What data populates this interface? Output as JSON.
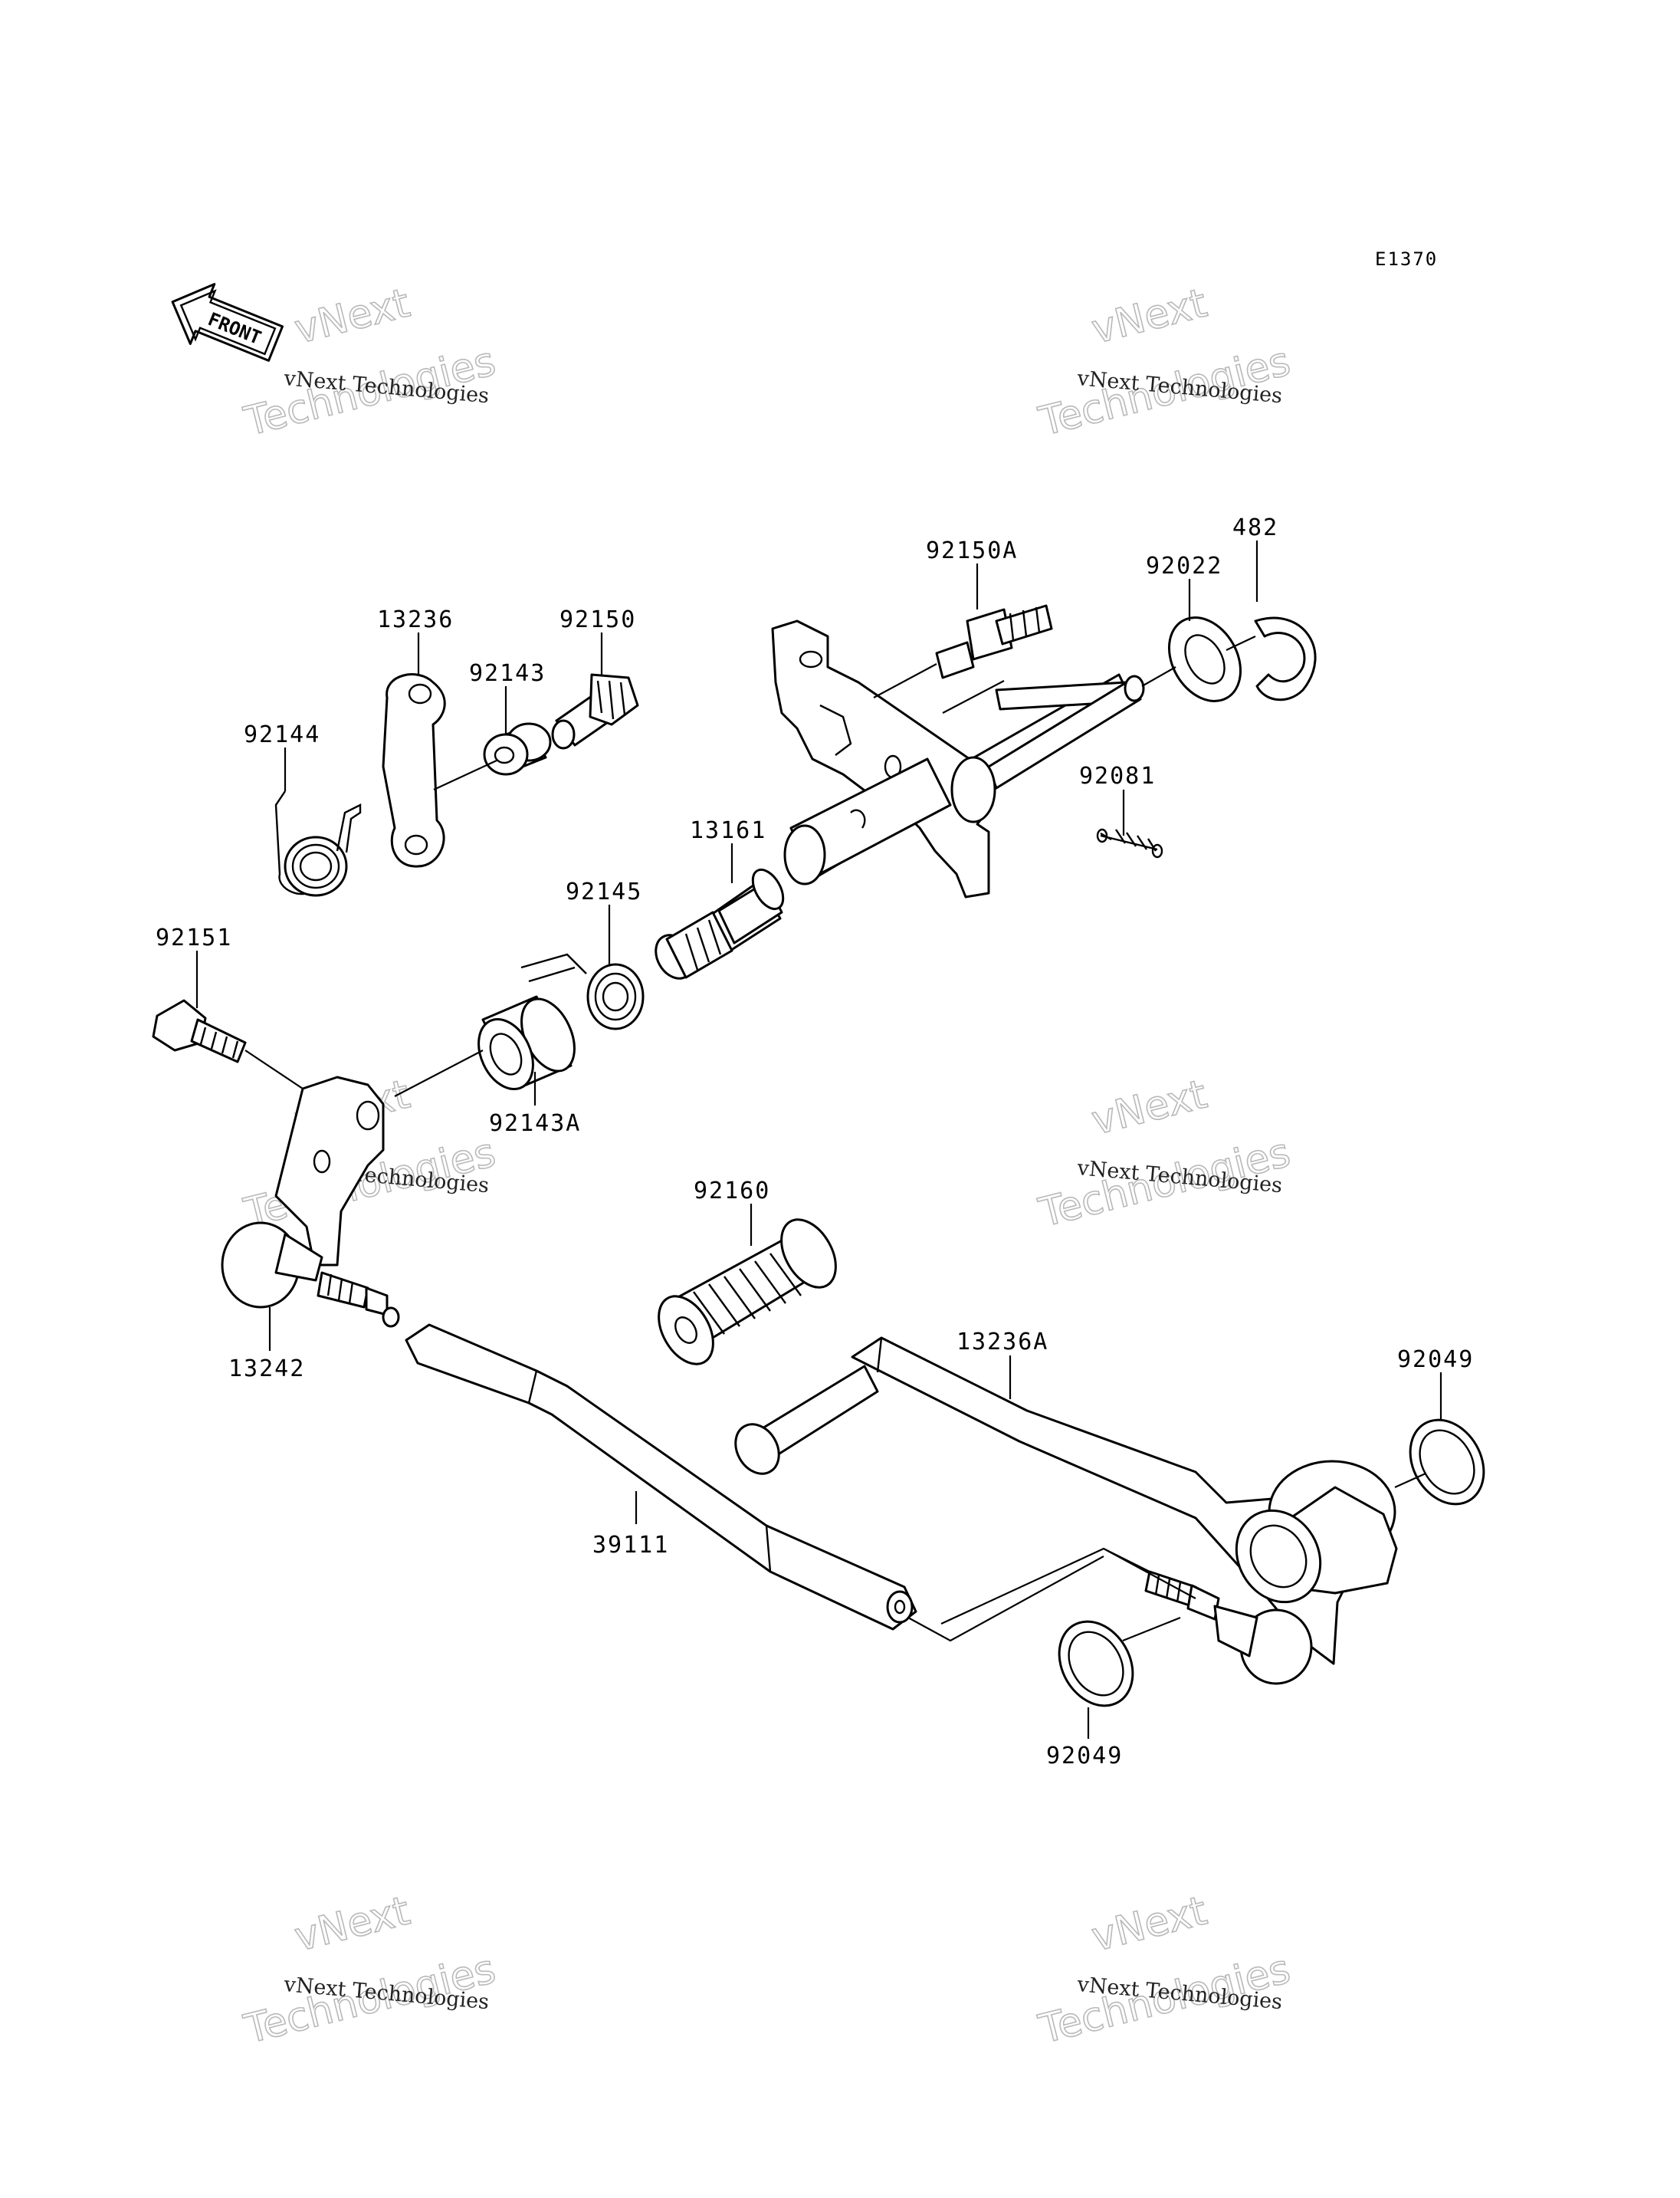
{
  "diagram_code": "E1370",
  "front_arrow": {
    "label": "FRONT",
    "icon": "front-arrow-icon"
  },
  "watermark": {
    "line1": "vNext Technologies",
    "line2_a": "vNext",
    "line2_b": "Technologies"
  },
  "parts": {
    "p92144": "92144",
    "p13236": "13236",
    "p92143": "92143",
    "p92150": "92150",
    "p92150A": "92150A",
    "p92022": "92022",
    "p482": "482",
    "p92081": "92081",
    "p13161": "13161",
    "p92145": "92145",
    "p92151": "92151",
    "p92143A": "92143A",
    "p92160": "92160",
    "p13242": "13242",
    "p13236A": "13236A",
    "p92049_top": "92049",
    "p39111": "39111",
    "p92049_bottom": "92049"
  }
}
